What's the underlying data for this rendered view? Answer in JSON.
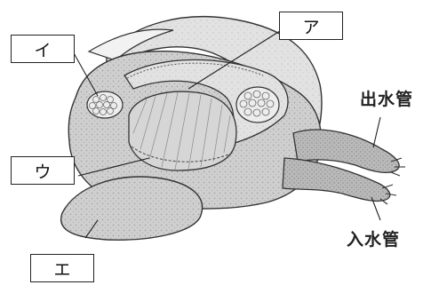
{
  "labels": {
    "a": "ア",
    "i": "イ",
    "u": "ウ",
    "e": "エ"
  },
  "external_labels": {
    "excurrent": "出水管",
    "incurrent": "入水管"
  }
}
